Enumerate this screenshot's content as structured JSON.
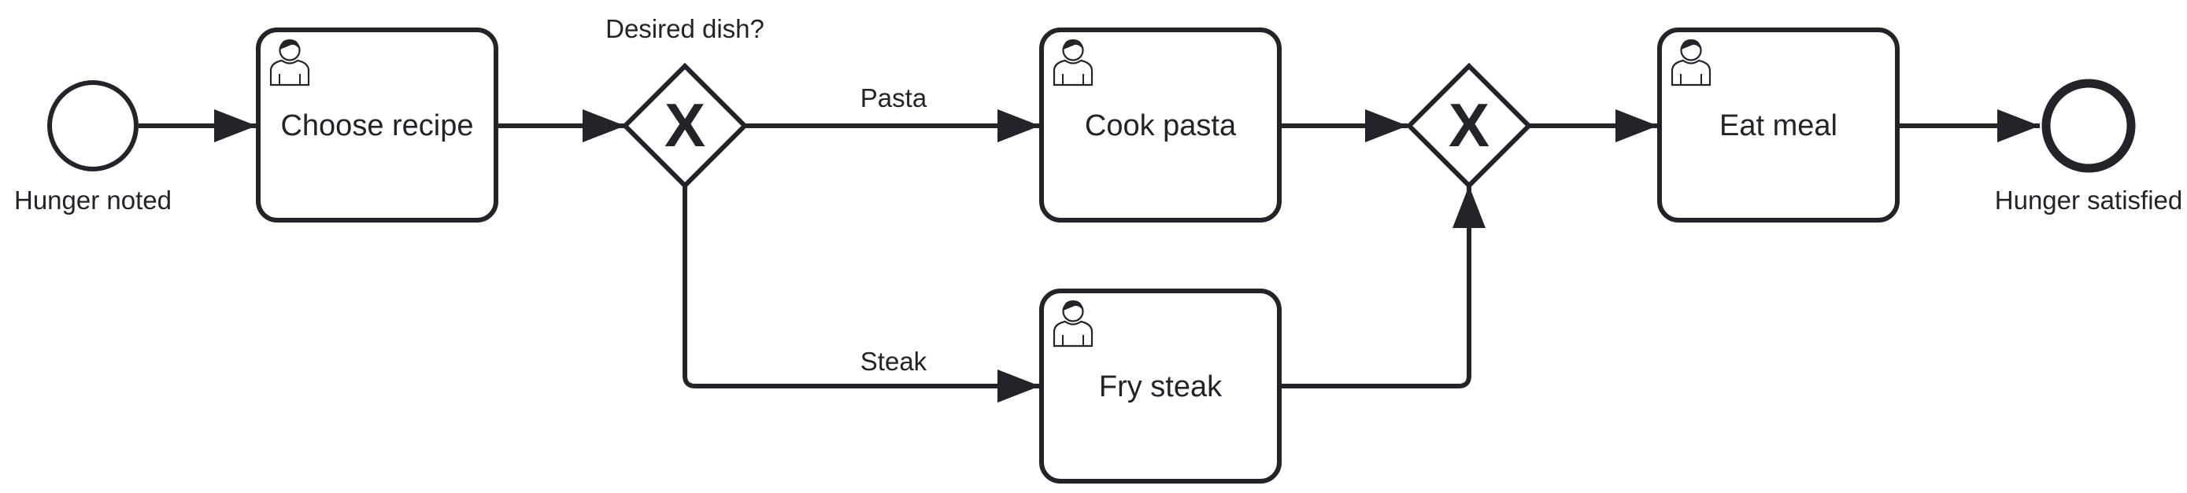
{
  "diagram": {
    "type": "bpmn-process",
    "start_event": {
      "label": "Hunger noted"
    },
    "end_event": {
      "label": "Hunger satisfied"
    },
    "gateways": {
      "split": {
        "label": "Desired dish?",
        "marker": "X"
      },
      "merge": {
        "label": "",
        "marker": "X"
      }
    },
    "tasks": {
      "choose_recipe": {
        "label": "Choose recipe",
        "icon": "user-task-icon"
      },
      "cook_pasta": {
        "label": "Cook pasta",
        "icon": "user-task-icon"
      },
      "fry_steak": {
        "label": "Fry steak",
        "icon": "user-task-icon"
      },
      "eat_meal": {
        "label": "Eat meal",
        "icon": "user-task-icon"
      }
    },
    "flows": {
      "pasta": {
        "label": "Pasta"
      },
      "steak": {
        "label": "Steak"
      }
    },
    "colors": {
      "stroke": "#22242a",
      "fill": "#ffffff"
    }
  }
}
